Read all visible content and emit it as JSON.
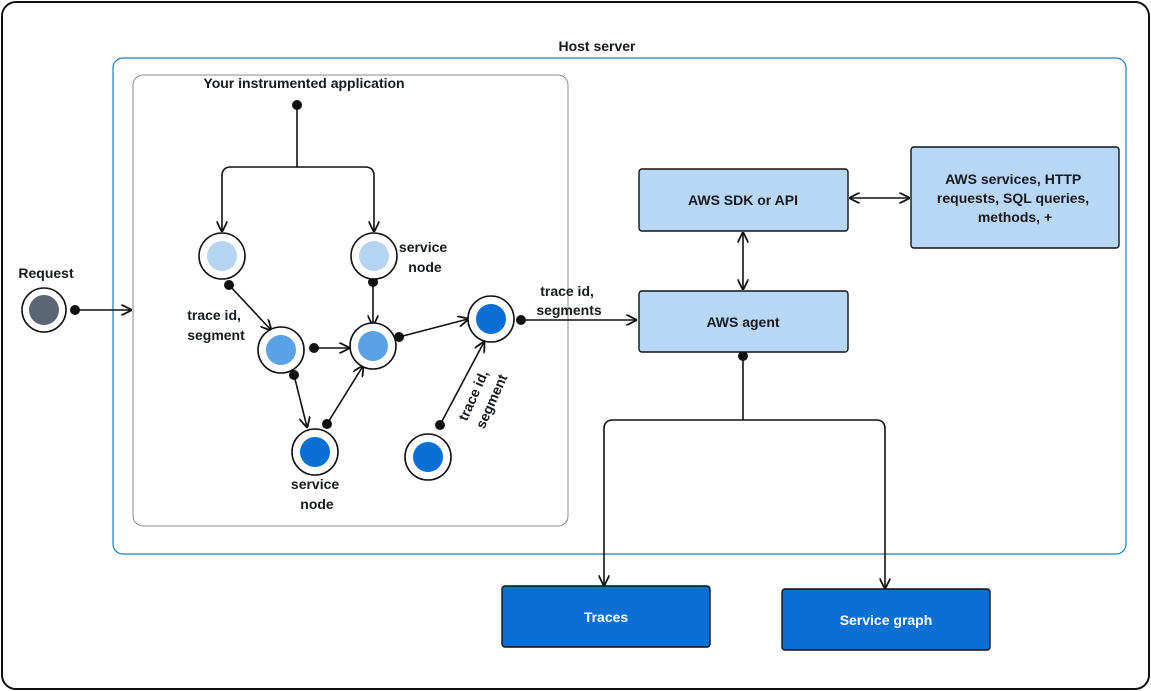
{
  "host_server": {
    "title": "Host server"
  },
  "app": {
    "title": "Your instrumented application"
  },
  "request": {
    "label": "Request"
  },
  "nodes": {
    "label_service_node_top": [
      "service",
      "node"
    ],
    "label_service_node_bottom": [
      "service",
      "node"
    ]
  },
  "edge_labels": {
    "trace_segment_left": [
      "trace id,",
      "segment"
    ],
    "trace_segment_diag": [
      "trace id,",
      "segment"
    ],
    "trace_segments_out": [
      "trace id,",
      "segments"
    ]
  },
  "boxes": {
    "sdk": "AWS SDK or API",
    "services": [
      "AWS services, HTTP",
      "requests, SQL queries,",
      "methods, +"
    ],
    "agent": "AWS agent",
    "traces": "Traces",
    "service_graph": "Service graph"
  },
  "colors": {
    "light_box": "#b8d7f5",
    "dark_box": "#0a6fd4",
    "node_pale": "#b4d4f2",
    "node_mid": "#5aa2e6",
    "node_dark": "#0a6fd4",
    "request_node": "#5a6676",
    "host_border": "#1a7fc2"
  }
}
